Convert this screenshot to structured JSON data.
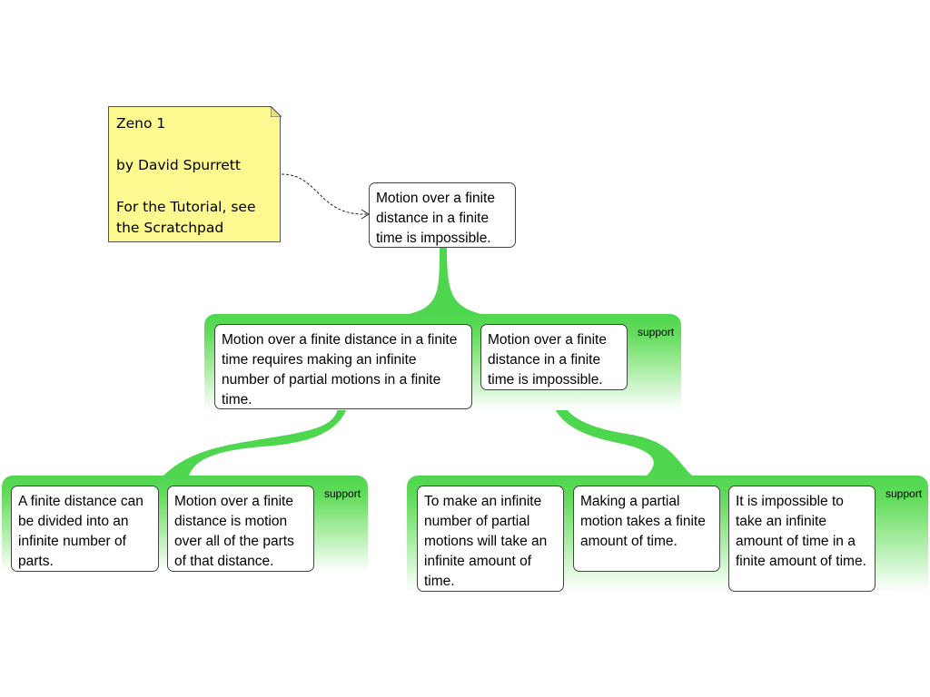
{
  "note": {
    "lines": [
      "Zeno 1",
      "",
      "by David Spurrett",
      "",
      "For the Tutorial, see",
      "the Scratchpad"
    ]
  },
  "root": {
    "text": "Motion over a finite distance in a finite time is impossible."
  },
  "level1": {
    "label": "support",
    "claims": [
      {
        "text": "Motion over a finite distance in a finite time requires making an infinite number of partial motions in a finite time."
      },
      {
        "text": "Motion over a finite distance in a finite time is impossible."
      }
    ]
  },
  "level2_left": {
    "label": "support",
    "claims": [
      {
        "text": "A finite distance can be divided into an infinite number of parts."
      },
      {
        "text": "Motion over a finite distance is motion over all of the parts of that distance."
      }
    ]
  },
  "level2_right": {
    "label": "support",
    "claims": [
      {
        "text": "To make an infinite number of partial motions will take an infinite amount of time."
      },
      {
        "text": "Making a partial motion takes a finite amount of time."
      },
      {
        "text": "It is impossible to take an infinite amount of time in a finite amount of time."
      }
    ]
  },
  "colors": {
    "support_green": "#4fd64f",
    "note_yellow": "#fdf88f",
    "border": "#444444"
  }
}
